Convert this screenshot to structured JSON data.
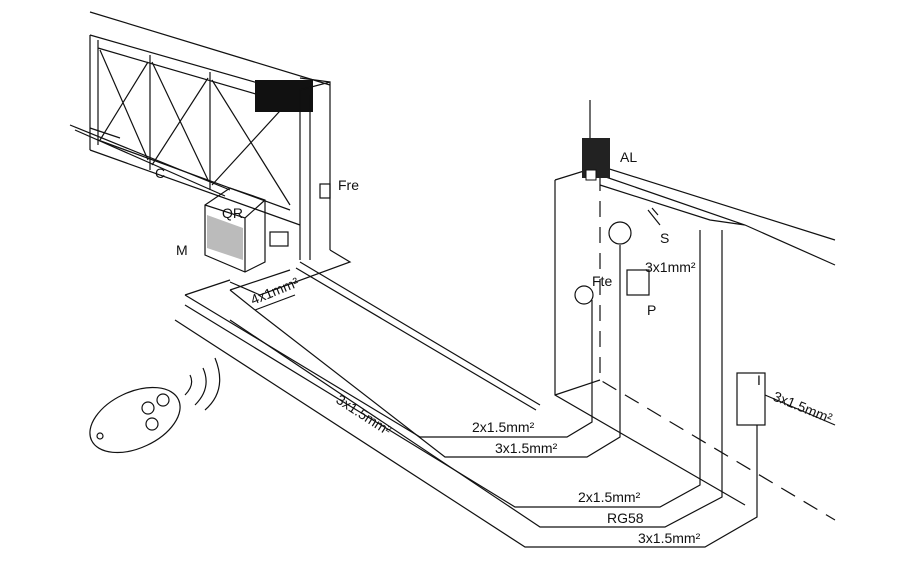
{
  "labels": {
    "antenna_light": "AL",
    "photocell_receiver": "Fre",
    "control_panel": "QR",
    "motor": "M",
    "rack": "C",
    "key_selector": "S",
    "keypad_cable": "3x1mm²",
    "keypad": "P",
    "photocell_transmitter": "Fte",
    "switch": "I",
    "switch_cable": "3x1.5mm²",
    "photocell_cable": "4x1mm²",
    "main_cable": "3x1.5mm²",
    "cable_fte": "2x1.5mm²",
    "cable_s": "3x1.5mm²",
    "cable_al": "2x1.5mm²",
    "cable_antenna": "RG58",
    "cable_i": "3x1.5mm²"
  }
}
